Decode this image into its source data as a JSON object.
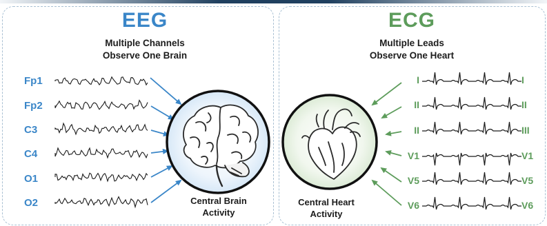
{
  "eeg": {
    "title": "EEG",
    "subtitle_line1": "Multiple Channels",
    "subtitle_line2": "Observe One Brain",
    "channels": [
      "Fp1",
      "Fp2",
      "C3",
      "C4",
      "O1",
      "O2"
    ],
    "caption_line1": "Central Brain",
    "caption_line2": "Activity",
    "color": "#3a86c8",
    "center_icon": "brain-icon"
  },
  "ecg": {
    "title": "ECG",
    "subtitle_line1": "Multiple Leads",
    "subtitle_line2": "Observe One Heart",
    "leads_left": [
      "I",
      "II",
      "II",
      "V1",
      "V5",
      "V6"
    ],
    "leads_right": [
      "I",
      "II",
      "III",
      "V1",
      "V5",
      "V6"
    ],
    "caption_line1": "Central Heart",
    "caption_line2": "Activity",
    "color": "#5d9c5b",
    "center_icon": "heart-icon"
  }
}
